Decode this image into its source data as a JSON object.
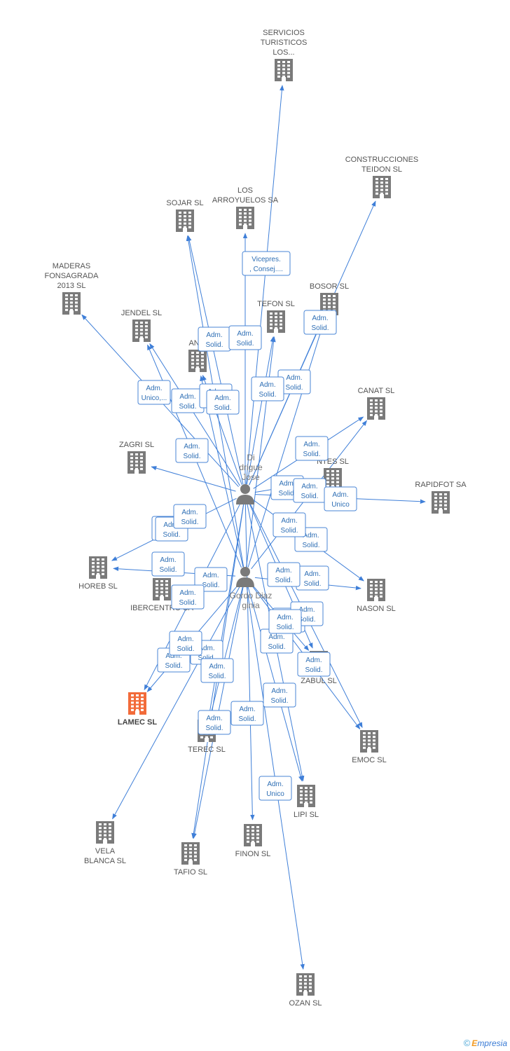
{
  "colors": {
    "edge": "#3f7fd8",
    "edge_label_text": "#2f6fb5",
    "edge_label_border": "#4a86d6",
    "company_icon": "#7a7a7a",
    "highlight_company_icon": "#f26b3a",
    "person_icon": "#7a7a7a",
    "label_text": "#555555"
  },
  "persons": [
    {
      "id": "p1",
      "icon": "person-icon",
      "lines": [
        "Di",
        "drigue",
        "Jose"
      ]
    },
    {
      "id": "p2",
      "icon": "person-icon",
      "lines": [
        "Gordo Diaz",
        "ginia"
      ]
    }
  ],
  "companies": [
    {
      "id": "servicios",
      "icon": "building-icon",
      "lines": [
        "SERVICIOS",
        "TURISTICOS",
        "LOS..."
      ]
    },
    {
      "id": "construcciones",
      "icon": "building-icon",
      "lines": [
        "CONSTRUCCIONES",
        "TEIDON SL"
      ]
    },
    {
      "id": "losarroyuelos",
      "icon": "building-icon",
      "lines": [
        "LOS",
        "ARROYUELOS SA"
      ]
    },
    {
      "id": "sojar",
      "icon": "building-icon",
      "lines": [
        "SOJAR SL"
      ]
    },
    {
      "id": "maderas",
      "icon": "building-icon",
      "lines": [
        "MADERAS",
        "FONSAGRADA",
        "2013  SL"
      ]
    },
    {
      "id": "bosor",
      "icon": "building-icon",
      "lines": [
        "BOSOR SL"
      ]
    },
    {
      "id": "tefon",
      "icon": "building-icon",
      "lines": [
        "TEFON SL"
      ]
    },
    {
      "id": "jendel",
      "icon": "building-icon",
      "lines": [
        "JENDEL SL"
      ]
    },
    {
      "id": "anfi",
      "icon": "building-icon",
      "lines": [
        "ANFI"
      ]
    },
    {
      "id": "canat",
      "icon": "building-icon",
      "lines": [
        "CANAT SL"
      ]
    },
    {
      "id": "zagri",
      "icon": "building-icon",
      "lines": [
        "ZAGRI SL"
      ]
    },
    {
      "id": "ntes",
      "icon": "building-icon",
      "lines": [
        "NTES SL"
      ]
    },
    {
      "id": "rapidfot",
      "icon": "building-icon",
      "lines": [
        "RAPIDFOT SA"
      ]
    },
    {
      "id": "horeb",
      "icon": "building-icon",
      "lines": [
        "HOREB SL"
      ]
    },
    {
      "id": "ibercentro",
      "icon": "building-icon",
      "lines": [
        "IBERCENTRO SA"
      ]
    },
    {
      "id": "nason",
      "icon": "building-icon",
      "lines": [
        "NASON SL"
      ]
    },
    {
      "id": "zabul",
      "icon": "building-icon",
      "lines": [
        "ZABUL SL"
      ]
    },
    {
      "id": "lamec",
      "icon": "building-icon",
      "lines": [
        "LAMEC SL"
      ],
      "highlight": true
    },
    {
      "id": "terec",
      "icon": "building-icon",
      "lines": [
        "TEREC SL"
      ]
    },
    {
      "id": "emoc",
      "icon": "building-icon",
      "lines": [
        "EMOC SL"
      ]
    },
    {
      "id": "lipi",
      "icon": "building-icon",
      "lines": [
        "LIPI SL"
      ]
    },
    {
      "id": "vela",
      "icon": "building-icon",
      "lines": [
        "VELA",
        "BLANCA SL"
      ]
    },
    {
      "id": "tafio",
      "icon": "building-icon",
      "lines": [
        "TAFIO SL"
      ]
    },
    {
      "id": "finon",
      "icon": "building-icon",
      "lines": [
        "FINON SL"
      ]
    },
    {
      "id": "ozan",
      "icon": "building-icon",
      "lines": [
        "OZAN SL"
      ]
    }
  ],
  "edges": [
    {
      "from": "p1",
      "to": "servicios",
      "lines": [
        "Vicepres.",
        ", Consej...."
      ]
    },
    {
      "from": "p1",
      "to": "construcciones",
      "lines": [
        "Adm.",
        "Solid."
      ]
    },
    {
      "from": "p1",
      "to": "sojar",
      "lines": [
        "Adm.",
        "Solid."
      ]
    },
    {
      "from": "p2",
      "to": "sojar",
      "lines": [
        "Adm.",
        "Solid."
      ]
    },
    {
      "from": "p1",
      "to": "losarroyuelos",
      "lines": [
        "Adm.",
        "Solid."
      ]
    },
    {
      "from": "p1",
      "to": "maderas",
      "lines": [
        "Adm.",
        "Unico,..."
      ]
    },
    {
      "from": "p1",
      "to": "bosor",
      "lines": [
        "Adm.",
        "Solid."
      ]
    },
    {
      "from": "p2",
      "to": "bosor",
      "lines": [
        "Adm.",
        "Solid."
      ]
    },
    {
      "from": "p1",
      "to": "tefon",
      "lines": [
        "Adm.",
        "Solid."
      ]
    },
    {
      "from": "p2",
      "to": "tefon",
      "lines": [
        "Adm.",
        "Solid."
      ]
    },
    {
      "from": "p1",
      "to": "jendel",
      "lines": [
        "Adm.",
        "Solid."
      ]
    },
    {
      "from": "p2",
      "to": "jendel",
      "lines": [
        "Adm.",
        "Solid."
      ]
    },
    {
      "from": "p1",
      "to": "anfi",
      "lines": [
        "Adm.",
        "Solid."
      ]
    },
    {
      "from": "p2",
      "to": "anfi",
      "lines": [
        "Adm.",
        "Solid."
      ]
    },
    {
      "from": "p1",
      "to": "canat",
      "lines": [
        "Adm.",
        "Solid."
      ]
    },
    {
      "from": "p2",
      "to": "canat",
      "lines": [
        "Adm.",
        "Solid."
      ]
    },
    {
      "from": "p1",
      "to": "zagri",
      "lines": [
        "Adm.",
        "Solid."
      ]
    },
    {
      "from": "p1",
      "to": "ntes",
      "lines": [
        "Adm.",
        "Solid."
      ]
    },
    {
      "from": "p1",
      "to": "rapidfot",
      "lines": [
        "Adm.",
        "Unico"
      ]
    },
    {
      "from": "p1",
      "to": "horeb",
      "lines": [
        "Adm.",
        "Solid."
      ]
    },
    {
      "from": "p2",
      "to": "horeb",
      "lines": [
        "Adm.",
        "Solid."
      ]
    },
    {
      "from": "p1",
      "to": "nason",
      "lines": [
        "Adm.",
        "Solid."
      ]
    },
    {
      "from": "p2",
      "to": "nason",
      "lines": [
        "Adm.",
        "Solid."
      ]
    },
    {
      "from": "p1",
      "to": "zabul",
      "lines": [
        "Adm.",
        "Solid."
      ]
    },
    {
      "from": "p2",
      "to": "zabul",
      "lines": [
        "Adm.",
        "Solid."
      ]
    },
    {
      "from": "p1",
      "to": "lamec",
      "lines": [
        "Adm.",
        "Solid."
      ]
    },
    {
      "from": "p2",
      "to": "lamec",
      "lines": [
        "Adm.",
        "Solid."
      ]
    },
    {
      "from": "p1",
      "to": "terec",
      "lines": [
        "Adm.",
        "Solid."
      ]
    },
    {
      "from": "p2",
      "to": "terec",
      "lines": [
        "Adm.",
        "Solid."
      ]
    },
    {
      "from": "p1",
      "to": "emoc",
      "lines": [
        "Adm.",
        "Solid."
      ]
    },
    {
      "from": "p2",
      "to": "emoc",
      "lines": [
        "Adm.",
        "Solid."
      ]
    },
    {
      "from": "p1",
      "to": "lipi",
      "lines": [
        "Adm.",
        "Solid."
      ]
    },
    {
      "from": "p2",
      "to": "lipi",
      "lines": [
        "Adm.",
        "Solid."
      ]
    },
    {
      "from": "p2",
      "to": "vela",
      "lines": [
        "Adm.",
        "Solid."
      ]
    },
    {
      "from": "p1",
      "to": "tafio",
      "lines": [
        "Adm.",
        "Solid."
      ]
    },
    {
      "from": "p2",
      "to": "tafio",
      "lines": [
        "Adm.",
        "Solid."
      ]
    },
    {
      "from": "p1",
      "to": "finon",
      "lines": [
        "Adm.",
        "Solid."
      ]
    },
    {
      "from": "p2",
      "to": "ozan",
      "lines": [
        "Adm.",
        "Unico"
      ]
    }
  ],
  "footer": {
    "copyright": "©",
    "brand_initial": "E",
    "brand_rest": "mpresia"
  }
}
